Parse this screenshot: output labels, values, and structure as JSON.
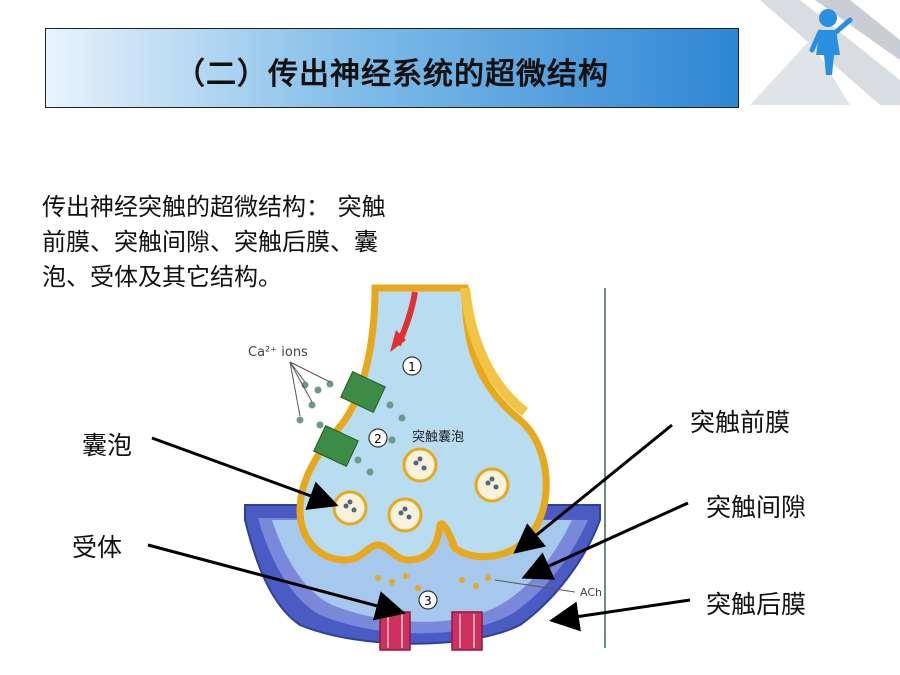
{
  "header": {
    "title": "（二）传出神经系统的超微结构"
  },
  "intro": {
    "lines": [
      "传出神经突触的超微结构： 突触",
      "前膜、突触间隙、突触后膜、囊",
      "泡、受体及其它结构。"
    ]
  },
  "figure": {
    "ion_label": "Ca²⁺ ions",
    "inner_label": "突触囊泡",
    "ach_label": "ACh",
    "steps": [
      "1",
      "2",
      "3"
    ]
  },
  "labels": {
    "vesicle": "囊泡",
    "receptor": "受体",
    "presynaptic": "突触前膜",
    "cleft": "突触间隙",
    "postsynaptic": "突触后膜"
  },
  "colors": {
    "membrane": "#e8a81c",
    "cytoplasm": "#b8dcf0",
    "post": "#4a5cc4",
    "receptor": "#d03060",
    "channel": "#3c8c46",
    "arrow": "#e03030"
  }
}
